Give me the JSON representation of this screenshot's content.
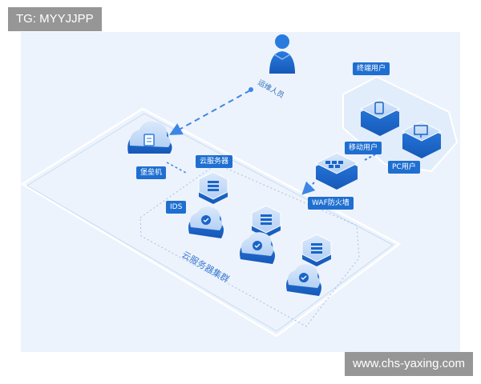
{
  "watermarks": {
    "top": "TG: MYYJJPP",
    "bottom": "www.chs-yaxing.com"
  },
  "labels": {
    "ops_staff": "运维人员",
    "bastion": "堡垒机",
    "cloud_server": "云服务器",
    "ids": "IDS",
    "cluster": "云服务器集群",
    "waf": "WAF防火墙",
    "terminal_users": "终端用户",
    "mobile_user": "移动用户",
    "pc_user": "PC用户"
  },
  "colors": {
    "primary_blue": "#1f6fd1",
    "light_blue": "#a9caf2",
    "background": "#edf3fc"
  }
}
